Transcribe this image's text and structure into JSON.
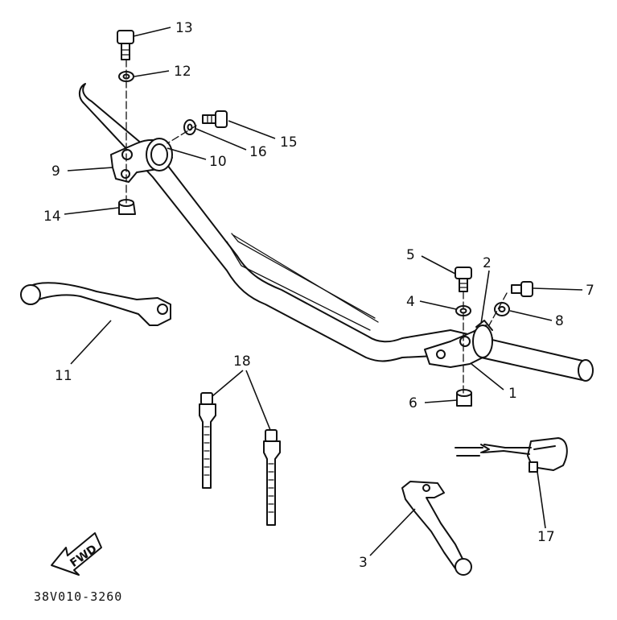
{
  "diagram": {
    "part_labels": {
      "p1": "1",
      "p2": "2",
      "p3": "3",
      "p4": "4",
      "p5": "5",
      "p6": "6",
      "p7": "7",
      "p8": "8",
      "p9": "9",
      "p10": "10",
      "p11": "11",
      "p12": "12",
      "p13": "13",
      "p14": "14",
      "p15": "15",
      "p16": "16",
      "p17": "17",
      "p18": "18"
    },
    "fwd_arrow_label": "FWD",
    "drawing_code": "38V010-3260"
  }
}
